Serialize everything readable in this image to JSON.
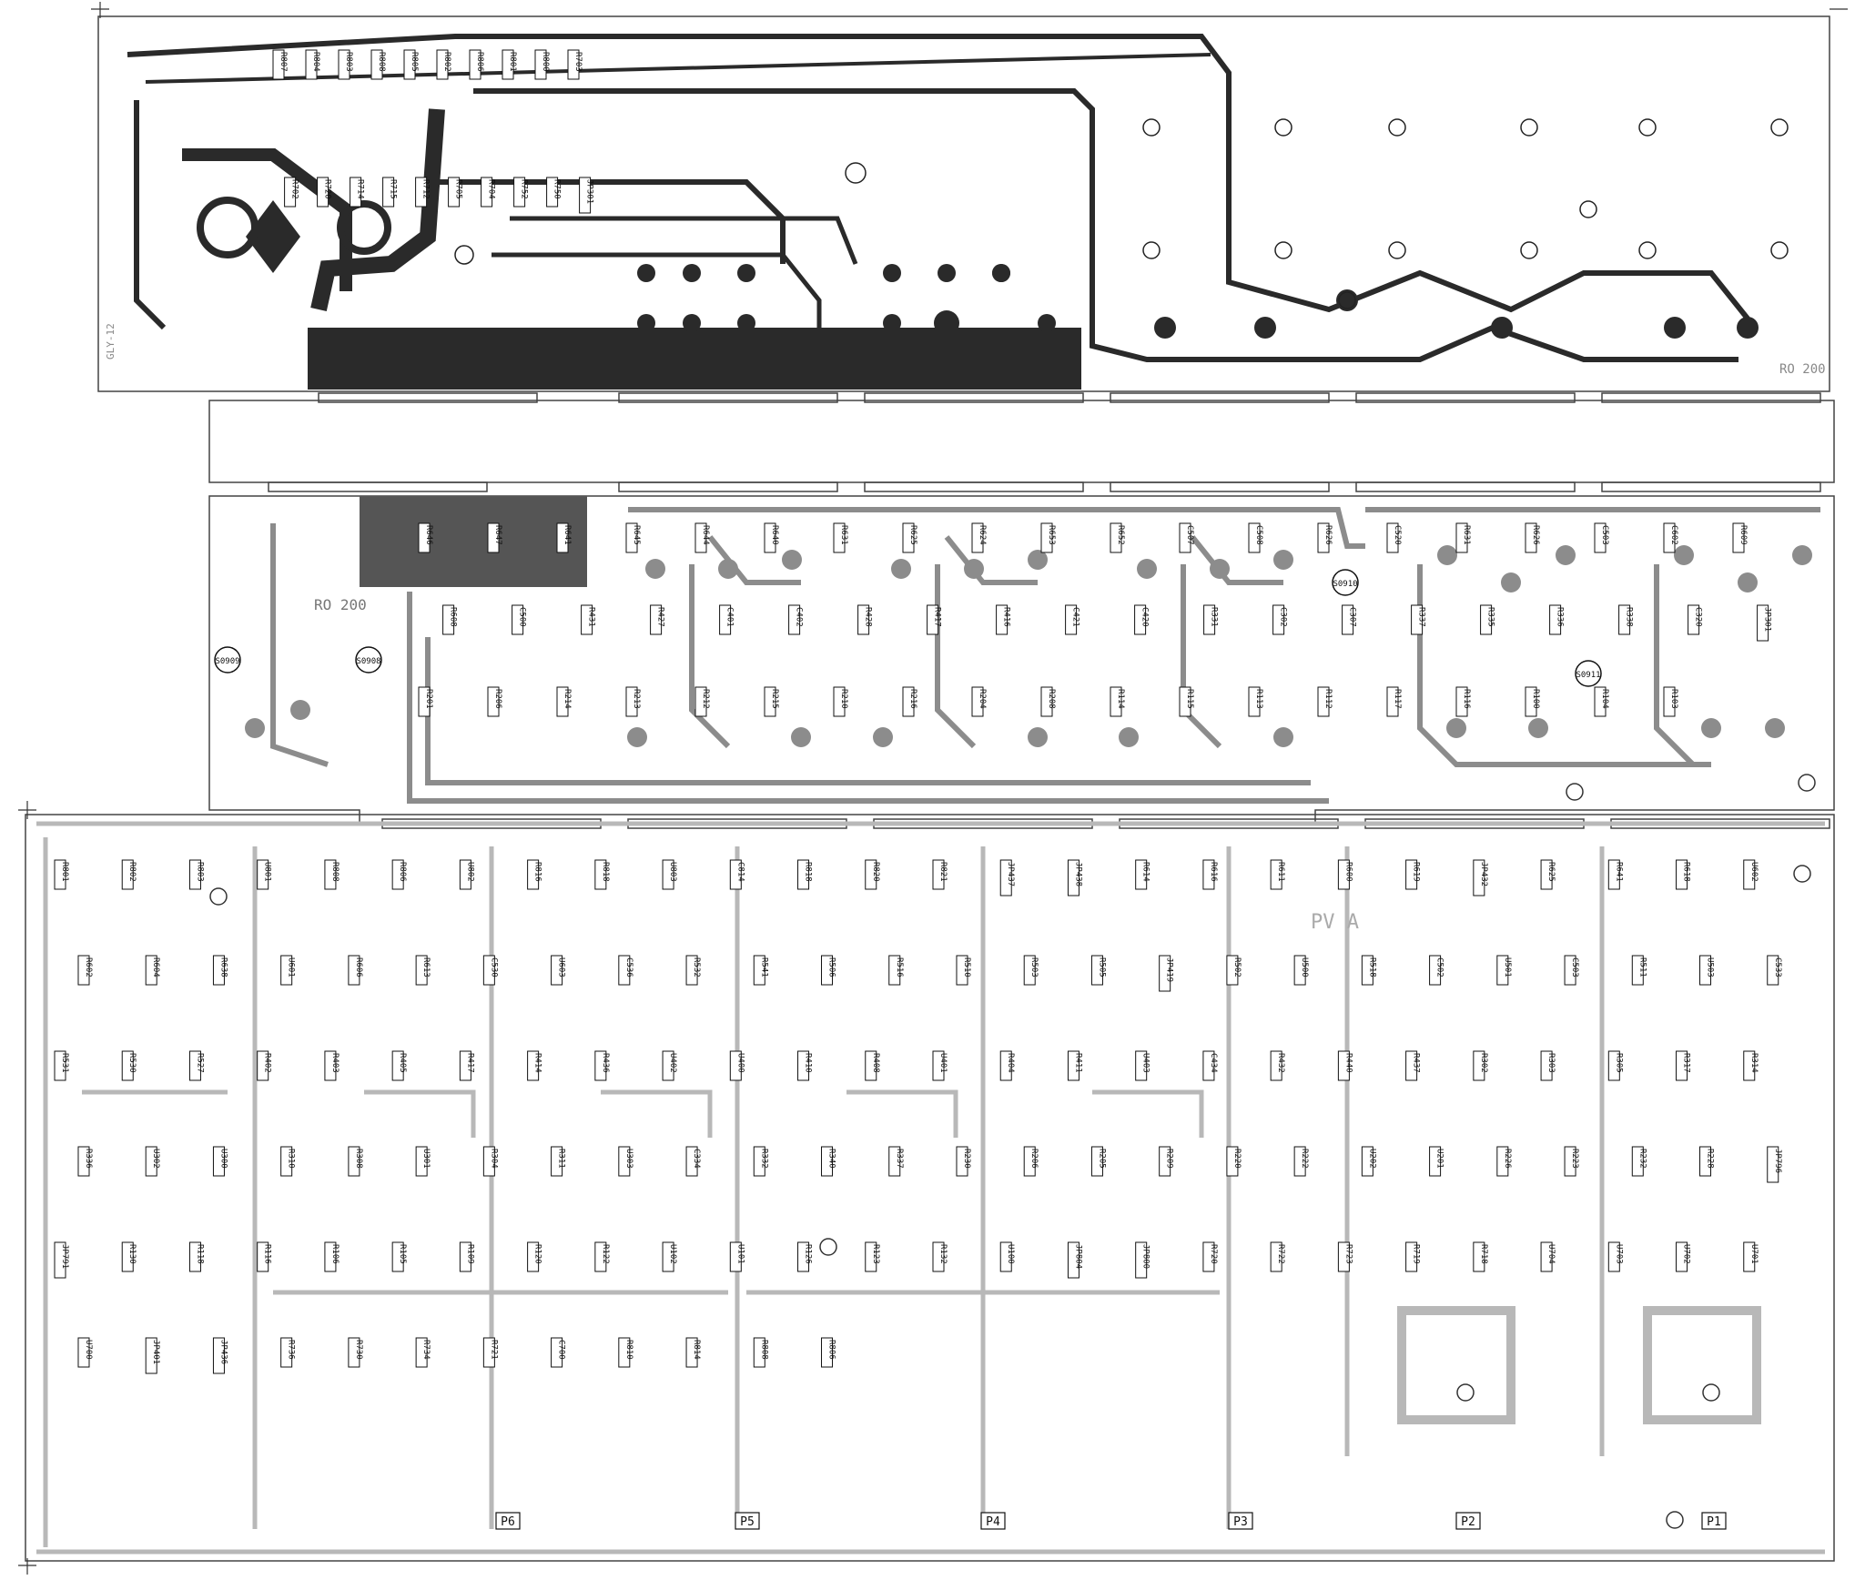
{
  "colors": {
    "copper": "#2a2a2a",
    "copper_faint": "#8c8c8c",
    "copper_light": "#b8b8b8",
    "label_box": "#111111",
    "paper": "#ffffff"
  },
  "board_marks": {
    "top_code": "RO 200",
    "mid_code": "RO 200",
    "main_mark": "PV A",
    "side_code": "GLY-12"
  },
  "sockets": [
    "S0909",
    "S0908",
    "S0910",
    "S0911"
  ],
  "connectors": [
    "P6",
    "P5",
    "P4",
    "P3",
    "P2",
    "P1"
  ],
  "top_labels": [
    "R807",
    "R804",
    "R803",
    "R808",
    "R805",
    "R802",
    "R806",
    "R801",
    "R800",
    "R703",
    "R702",
    "R720",
    "R714",
    "R715",
    "R712",
    "R705",
    "R704",
    "R752",
    "R750",
    "JP301"
  ],
  "mid_labels": [
    "R646",
    "R647",
    "R641",
    "R645",
    "R644",
    "R640",
    "R631",
    "R625",
    "R624",
    "R653",
    "R652",
    "C507",
    "C508",
    "R626",
    "C520",
    "R631",
    "R626",
    "C503",
    "C602",
    "R609",
    "R608",
    "C500",
    "R431",
    "R427",
    "C401",
    "C402",
    "R428",
    "R417",
    "R416",
    "C421",
    "C420",
    "R331",
    "C302",
    "C307",
    "R337",
    "R335",
    "R336",
    "R338",
    "C320",
    "JP301",
    "R201",
    "R206",
    "R214",
    "R213",
    "R212",
    "R215",
    "R210",
    "R216",
    "R204",
    "R208",
    "R114",
    "R115",
    "R113",
    "R112",
    "R117",
    "R116",
    "R100",
    "R104",
    "R103"
  ],
  "main_labels": [
    "R801",
    "R802",
    "R803",
    "U801",
    "R808",
    "R806",
    "U802",
    "R816",
    "R818",
    "U803",
    "C814",
    "R818",
    "R820",
    "R821",
    "JP437",
    "JP438",
    "R614",
    "R616",
    "R611",
    "R600",
    "R619",
    "JP432",
    "R625",
    "R641",
    "R618",
    "U602",
    "R602",
    "R604",
    "R638",
    "U601",
    "R606",
    "R613",
    "C530",
    "U603",
    "C536",
    "R532",
    "R541",
    "R506",
    "R516",
    "R510",
    "R503",
    "R505",
    "JP419",
    "R502",
    "U500",
    "R518",
    "C502",
    "U501",
    "C503",
    "R511",
    "U503",
    "C533",
    "R531",
    "R530",
    "R527",
    "R402",
    "R403",
    "R405",
    "R417",
    "R414",
    "R436",
    "U402",
    "U400",
    "R410",
    "R408",
    "U401",
    "R404",
    "R411",
    "U403",
    "C434",
    "R432",
    "R440",
    "R437",
    "R302",
    "R303",
    "R305",
    "R317",
    "R314",
    "R336",
    "U302",
    "U300",
    "R310",
    "R308",
    "U301",
    "R304",
    "R311",
    "U303",
    "C334",
    "R332",
    "R340",
    "R337",
    "R230",
    "R206",
    "R205",
    "R209",
    "R220",
    "R222",
    "U202",
    "U201",
    "R226",
    "R223",
    "R232",
    "R228",
    "JP796",
    "JP791",
    "R130",
    "R118",
    "R116",
    "R106",
    "R105",
    "R109",
    "R120",
    "R122",
    "U102",
    "U101",
    "R126",
    "R123",
    "R132",
    "U100",
    "JP804",
    "JP800",
    "R720",
    "R722",
    "R723",
    "R719",
    "R718",
    "U704",
    "U703",
    "U702",
    "U701",
    "U700",
    "JP401",
    "JP436",
    "R736",
    "R730",
    "R734",
    "R721",
    "C700",
    "R810",
    "R814",
    "R808",
    "R806"
  ]
}
